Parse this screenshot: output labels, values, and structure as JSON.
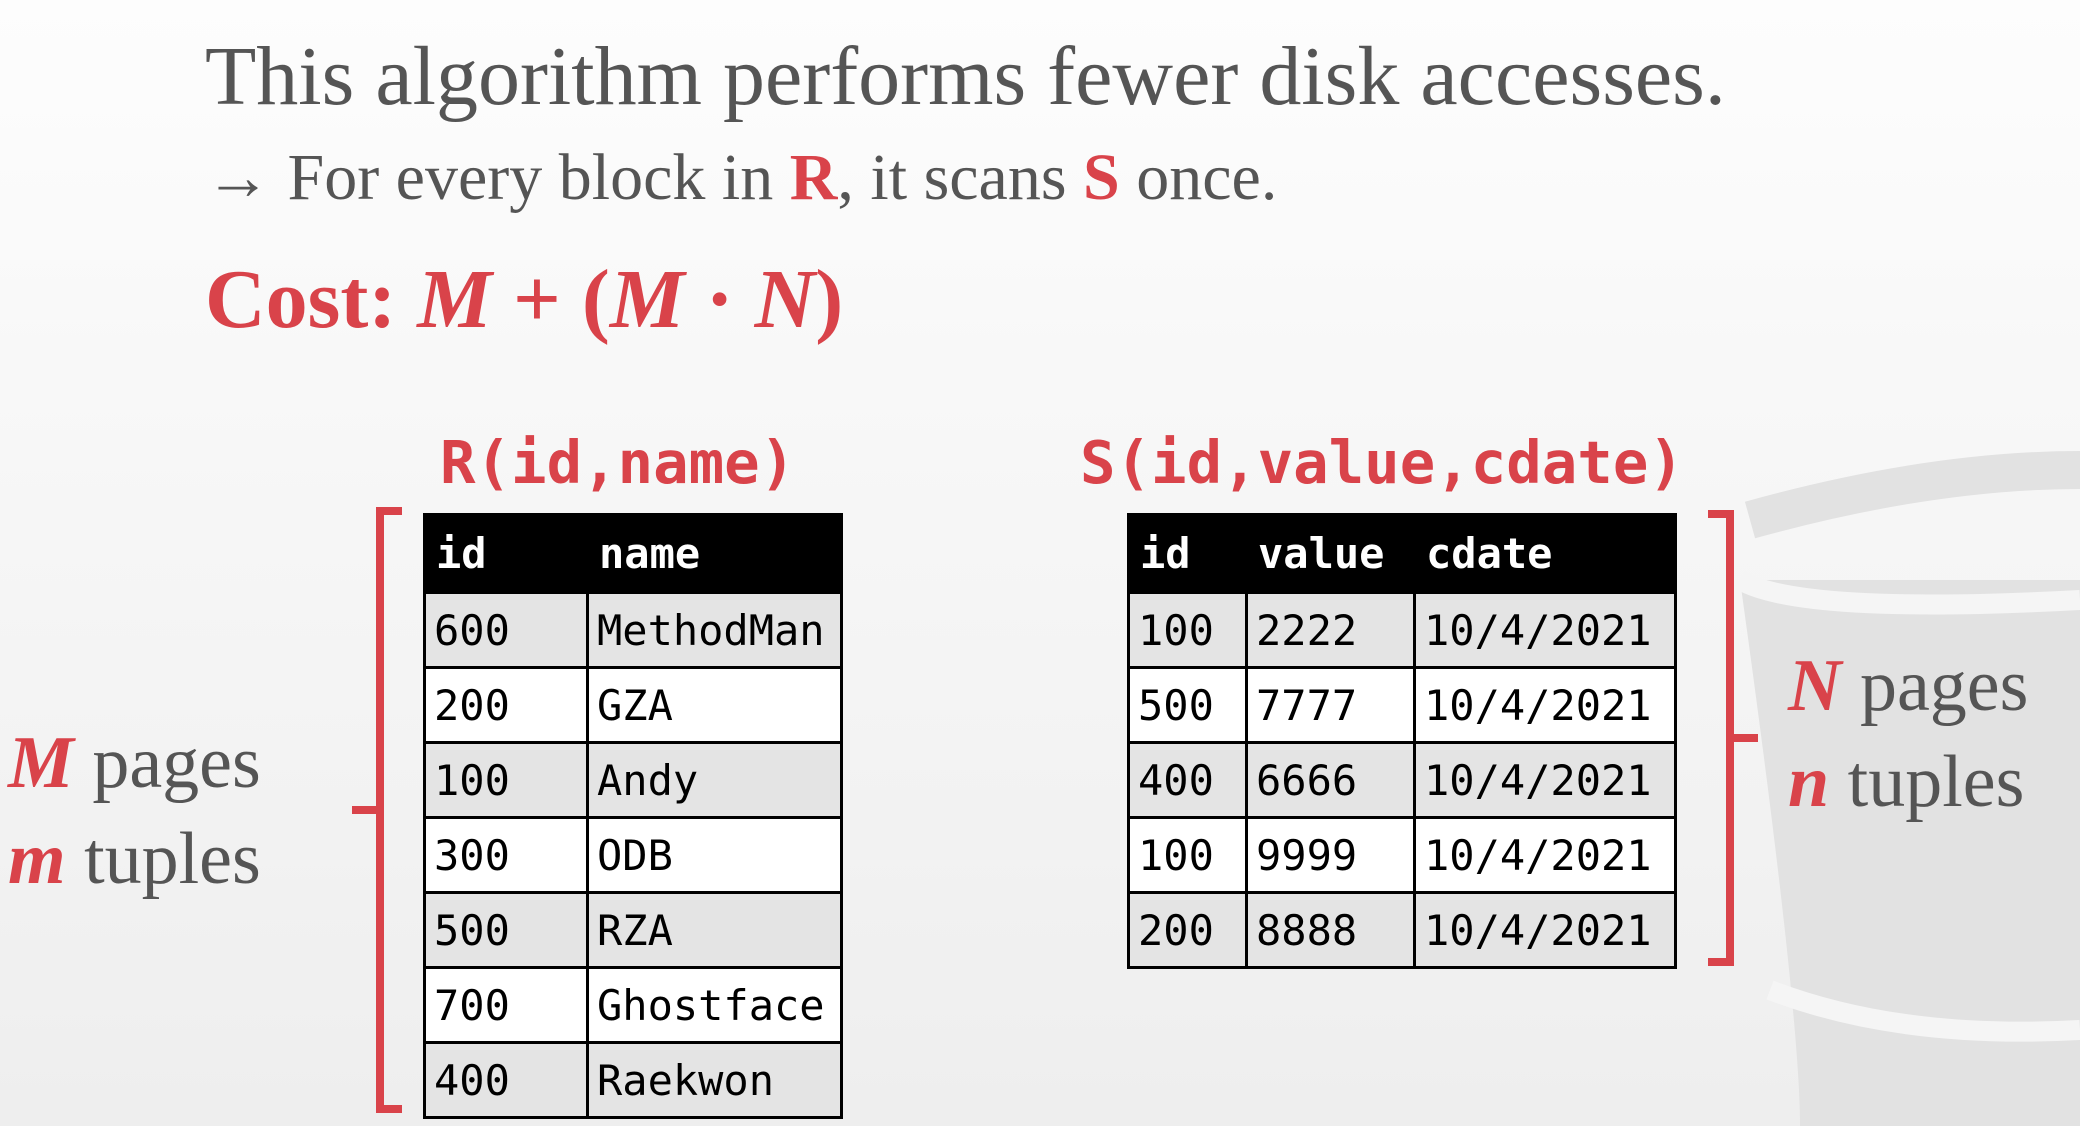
{
  "heading": "This algorithm performs fewer disk accesses.",
  "bullet": {
    "arrow": "→",
    "text_before": "For every block in",
    "var_r": "R",
    "text_middle": ", it scans",
    "var_s": "S",
    "text_after": "once."
  },
  "cost": {
    "label": "Cost:",
    "formula": [
      "M",
      "+",
      "(",
      "M",
      "·",
      "N",
      ")"
    ]
  },
  "table_r": {
    "title": "R(id,name)",
    "columns": [
      "id",
      "name"
    ],
    "rows": [
      [
        "600",
        "MethodMan"
      ],
      [
        "200",
        "GZA"
      ],
      [
        "100",
        "Andy"
      ],
      [
        "300",
        "ODB"
      ],
      [
        "500",
        "RZA"
      ],
      [
        "700",
        "Ghostface"
      ],
      [
        "400",
        "Raekwon"
      ]
    ]
  },
  "table_s": {
    "title": "S(id,value,cdate)",
    "columns": [
      "id",
      "value",
      "cdate"
    ],
    "rows": [
      [
        "100",
        "2222",
        "10/4/2021"
      ],
      [
        "500",
        "7777",
        "10/4/2021"
      ],
      [
        "400",
        "6666",
        "10/4/2021"
      ],
      [
        "100",
        "9999",
        "10/4/2021"
      ],
      [
        "200",
        "8888",
        "10/4/2021"
      ]
    ]
  },
  "left_label": {
    "pages_var": "M",
    "pages_word": "pages",
    "tuples_var": "m",
    "tuples_word": "tuples"
  },
  "right_label": {
    "pages_var": "N",
    "pages_word": "pages",
    "tuples_var": "n",
    "tuples_word": "tuples"
  },
  "colors": {
    "accent": "#d9434a",
    "text_gray": "#555555",
    "header_bg": "#000000",
    "row_alt": "#e4e4e4"
  }
}
